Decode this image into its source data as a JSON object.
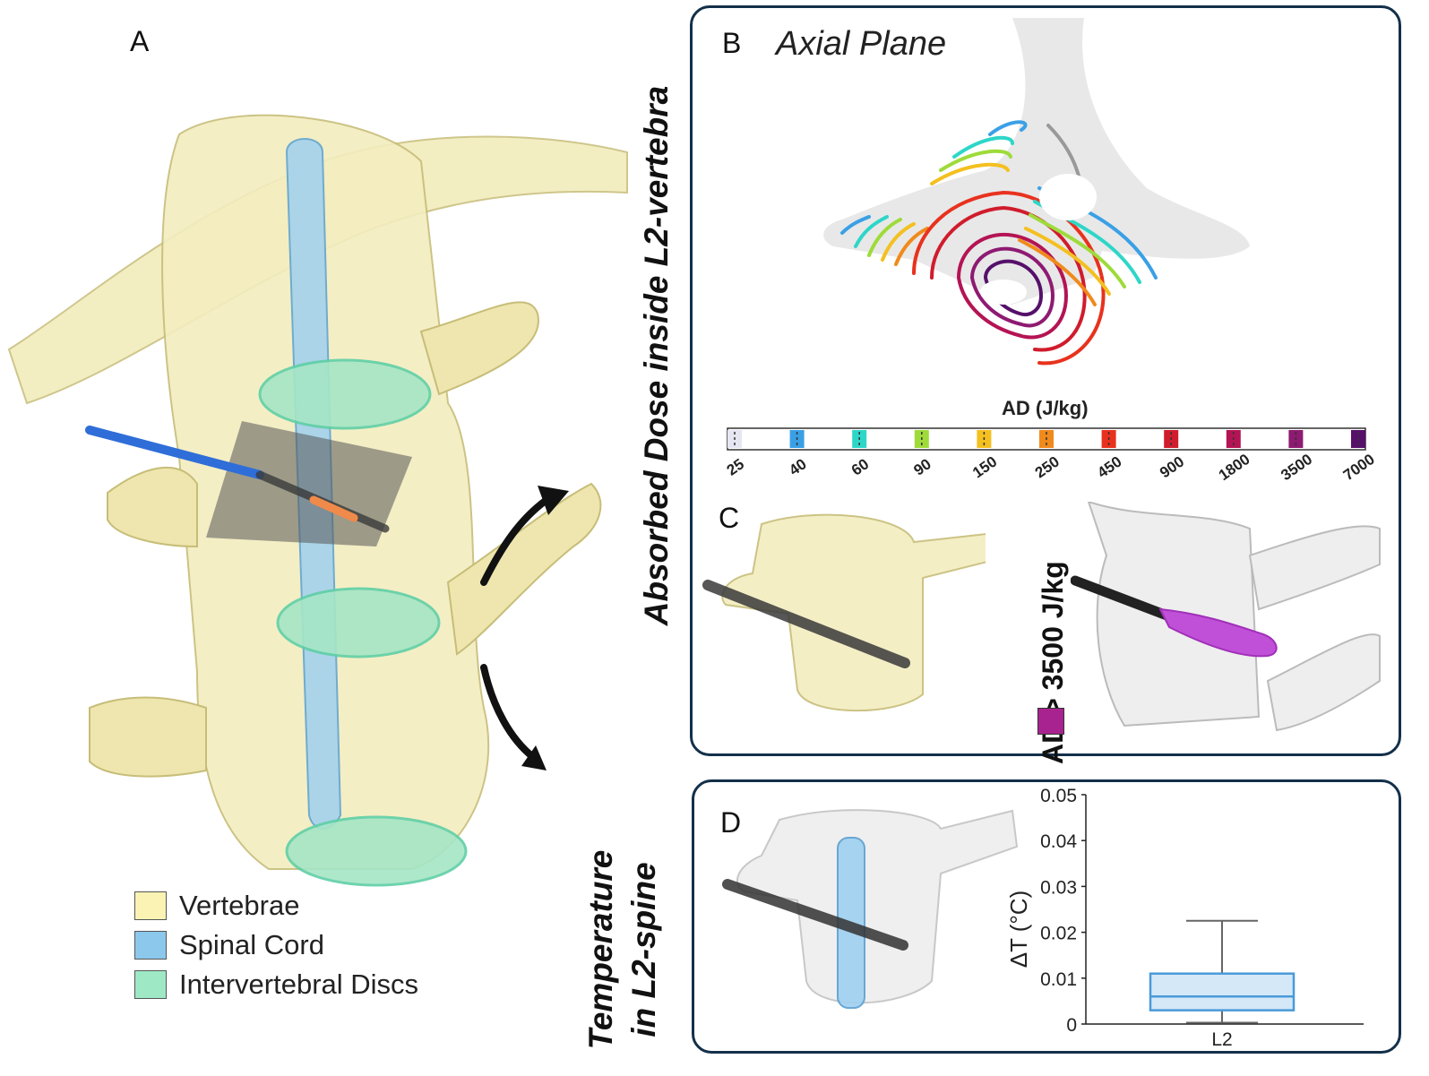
{
  "panels": {
    "a": {
      "letter": "A"
    },
    "b": {
      "letter": "B",
      "title": "Axial Plane"
    },
    "c": {
      "letter": "C",
      "threshold_label": "AD > 3500 J/kg",
      "threshold_color": "#a8238f",
      "highlight_color": "#c050d8"
    },
    "d": {
      "letter": "D"
    }
  },
  "side_labels": {
    "absorbed_dose": "Absorbed Dose inside L2-vertebra",
    "temperature_line1": "Temperature",
    "temperature_line2": "in L2-spine"
  },
  "legend": {
    "items": [
      {
        "label": "Vertebrae",
        "color": "#fbf3b4"
      },
      {
        "label": "Spinal Cord",
        "color": "#8cc8ec"
      },
      {
        "label": "Intervertebral Discs",
        "color": "#9fe8c6"
      }
    ]
  },
  "colorbar": {
    "title": "AD (J/kg)",
    "ticks": [
      {
        "label": "25",
        "color": "#e6e6f2"
      },
      {
        "label": "40",
        "color": "#3aa0e6"
      },
      {
        "label": "60",
        "color": "#2ed6c8"
      },
      {
        "label": "90",
        "color": "#9edb3a"
      },
      {
        "label": "150",
        "color": "#f4c020"
      },
      {
        "label": "250",
        "color": "#f08a1c"
      },
      {
        "label": "450",
        "color": "#e8321e"
      },
      {
        "label": "900",
        "color": "#d01c2c"
      },
      {
        "label": "1800",
        "color": "#b41454"
      },
      {
        "label": "3500",
        "color": "#8e1a72"
      },
      {
        "label": "7000",
        "color": "#56106a"
      }
    ]
  },
  "chart_data": {
    "type": "box",
    "categories": [
      "L2"
    ],
    "ylabel": "ΔT (°C)",
    "ylim": [
      0,
      0.05
    ],
    "yticks": [
      "0",
      "0.01",
      "0.02",
      "0.03",
      "0.04",
      "0.05"
    ],
    "boxes": [
      {
        "category": "L2",
        "min": 0.0003,
        "q1": 0.003,
        "median": 0.006,
        "q3": 0.011,
        "max": 0.0225
      }
    ],
    "color": "#4a9ad8"
  }
}
